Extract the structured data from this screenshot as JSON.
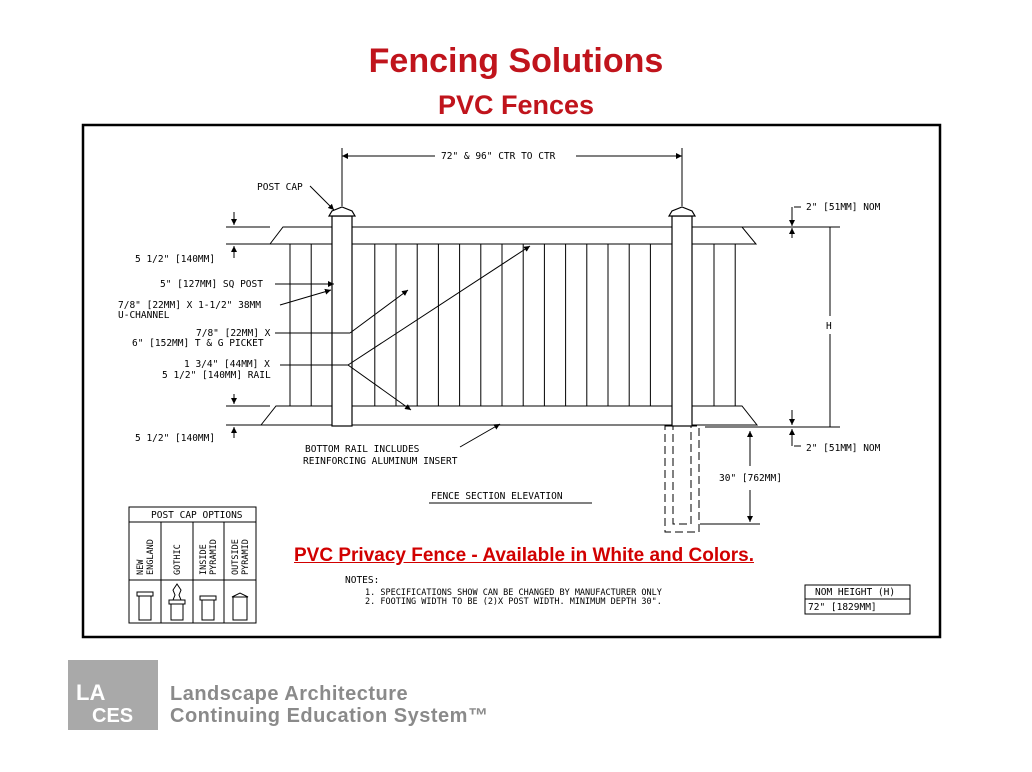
{
  "slide": {
    "title": "Fencing Solutions",
    "subtitle": "PVC Fences"
  },
  "drawing": {
    "spacing": "72\" & 96\" CTR TO CTR",
    "post_cap": "POST CAP",
    "top_gap": "2\" [51MM] NOM",
    "bottom_gap": "2\" [51MM] NOM",
    "height_label": "H",
    "rail_top": "5 1/2\" [140MM]",
    "rail_bottom": "5 1/2\" [140MM]",
    "sq_post": "5\" [127MM] SQ POST",
    "uchannel_1": "7/8\" [22MM] X 1-1/2\" 38MM",
    "uchannel_2": "U-CHANNEL",
    "picket_1": "7/8\" [22MM] X",
    "picket_2": "6\" [152MM] T & G PICKET",
    "rail_1": "1 3/4\" [44MM] X",
    "rail_2": "5 1/2\" [140MM] RAIL",
    "bottom_rail_1": "BOTTOM RAIL INCLUDES",
    "bottom_rail_2": "REINFORCING ALUMINUM INSERT",
    "footing_depth": "30\" [762MM]",
    "section_title": "FENCE SECTION ELEVATION",
    "post_cap_options_title": "POST CAP OPTIONS",
    "cap_options": [
      [
        "NEW",
        "ENGLAND"
      ],
      [
        "GOTHIC"
      ],
      [
        "INSIDE",
        "PYRAMID"
      ],
      [
        "OUTSIDE",
        "PYRAMID"
      ]
    ],
    "notes_title": "NOTES:",
    "note_1": "1. SPECIFICATIONS SHOW CAN BE CHANGED BY MANUFACTURER ONLY",
    "note_2": "2. FOOTING WIDTH TO BE (2)X POST WIDTH. MINIMUM DEPTH 30\".",
    "nom_height_header": "NOM HEIGHT (H)",
    "nom_height_value": "72\" [1829MM]"
  },
  "caption": "PVC Privacy Fence - Available in White and Colors.",
  "logo": {
    "mark_1": "LA",
    "mark_2": "CES",
    "line_1": "Landscape Architecture",
    "line_2": "Continuing Education System™"
  }
}
